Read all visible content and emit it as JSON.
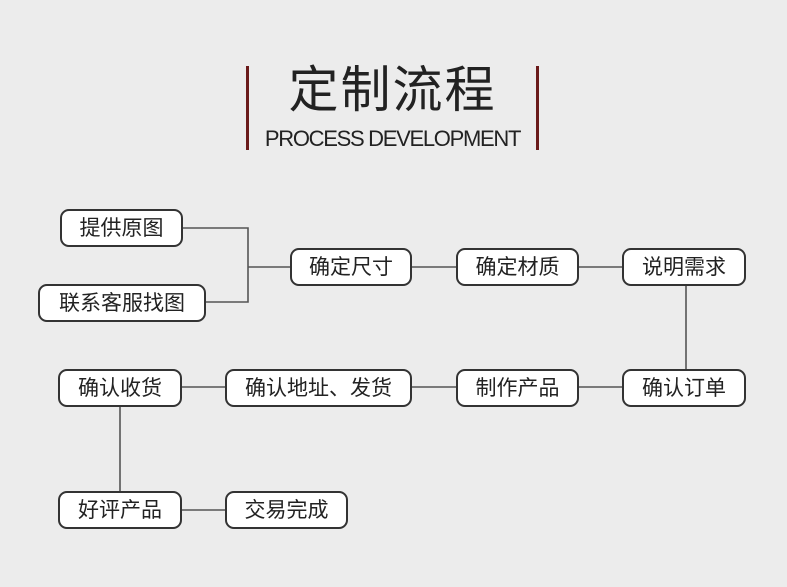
{
  "title": {
    "zh": "定制流程",
    "en": "PROCESS DEVELOPMENT"
  },
  "nodes": {
    "provide_original_image": "提供原图",
    "contact_service_find_image": "联系客服找图",
    "confirm_size": "确定尺寸",
    "confirm_material": "确定材质",
    "explain_requirements": "说明需求",
    "confirm_order": "确认订单",
    "make_product": "制作产品",
    "confirm_address_ship": "确认地址、发货",
    "confirm_receipt": "确认收货",
    "good_review": "好评产品",
    "deal_complete": "交易完成"
  },
  "colors": {
    "background": "#ececec",
    "accent_bar": "#6a1a1a",
    "node_border": "#333333",
    "node_fill": "#ffffff",
    "connector": "#555555",
    "text": "#222222"
  }
}
